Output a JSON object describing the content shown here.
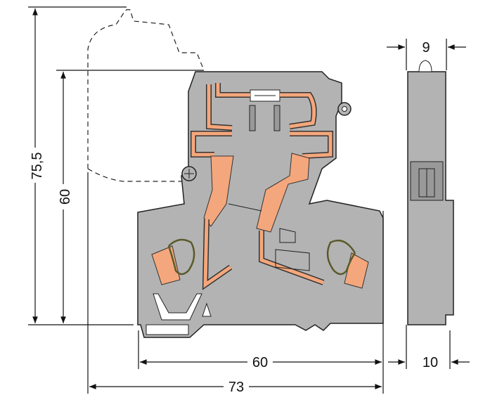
{
  "dimensions": {
    "total_height": "75,5",
    "body_height": "60",
    "body_width": "60",
    "total_width": "73",
    "side_top_width": "9",
    "side_bottom_width": "10"
  },
  "colors": {
    "housing": "#b3b3b3",
    "copper": "#f4a77c",
    "outline": "#222222"
  }
}
